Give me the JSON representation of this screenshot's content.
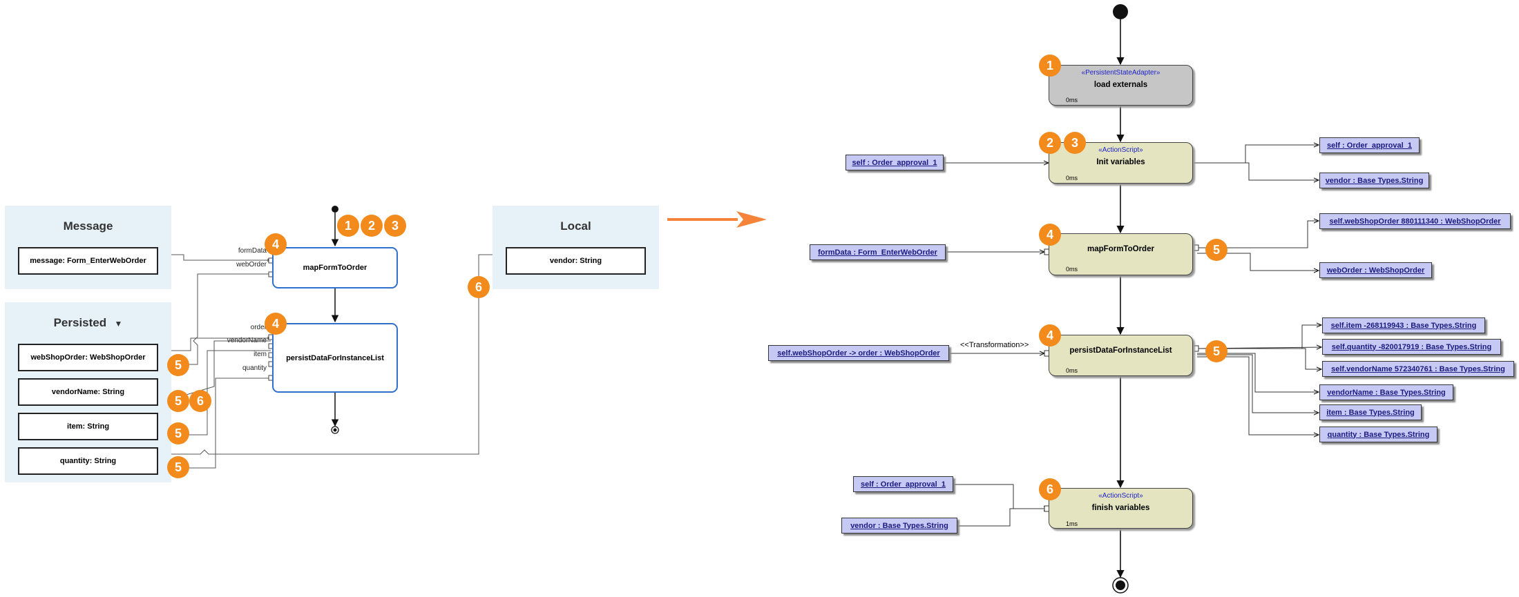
{
  "left": {
    "message_panel": {
      "title": "Message",
      "vars": [
        "message: Form_EnterWebOrder"
      ]
    },
    "persisted_panel": {
      "title": "Persisted",
      "dropdown_icon": "caret-down-icon",
      "vars": [
        "webShopOrder: WebShopOrder",
        "vendorName: String",
        "item: String",
        "quantity: String"
      ]
    },
    "local_panel": {
      "title": "Local",
      "vars": [
        "vendor: String"
      ]
    },
    "activities": {
      "map": {
        "label": "mapFormToOrder",
        "pins": [
          "formData",
          "webOrder"
        ]
      },
      "persist": {
        "label": "persistDataForInstanceList",
        "pins": [
          "order",
          "vendorName",
          "item",
          "quantity"
        ]
      }
    },
    "badges": {
      "top": [
        "1",
        "2",
        "3"
      ],
      "map": "4",
      "persist": "4",
      "web_shop_order": "5",
      "vendor_name": [
        "5",
        "6"
      ],
      "item": "5",
      "quantity": "5",
      "local": "6"
    }
  },
  "arrow_color": "#f5843a",
  "right": {
    "activities": [
      {
        "stereotype": "«PersistentStateAdapter»",
        "name": "load externals",
        "duration": "0ms",
        "badges": [
          "1"
        ]
      },
      {
        "stereotype": "«ActionScript»",
        "name": "Init variables",
        "duration": "0ms",
        "badges": [
          "2",
          "3"
        ]
      },
      {
        "stereotype": "",
        "name": "mapFormToOrder",
        "duration": "0ms",
        "badges": [
          "4"
        ],
        "out_badge": "5"
      },
      {
        "stereotype": "",
        "name": "persistDataForInstanceList",
        "duration": "0ms",
        "badges": [
          "4"
        ],
        "out_badge": "5"
      },
      {
        "stereotype": "«ActionScript»",
        "name": "finish variables",
        "duration": "1ms",
        "badges": [
          "6"
        ]
      }
    ],
    "objects": {
      "init_in": "self : Order_approval_1",
      "init_out": [
        "self : Order_approval_1",
        "vendor : Base Types.String"
      ],
      "map_in": "formData : Form_EnterWebOrder",
      "map_out": [
        "self.webShopOrder 880111340 : WebShopOrder",
        "webOrder : WebShopOrder"
      ],
      "persist_in": "self.webShopOrder -> order : WebShopOrder",
      "persist_out": [
        "self.item -268119943 : Base Types.String",
        "self.quantity -820017919 : Base Types.String",
        "self.vendorName 572340761 : Base Types.String",
        "vendorName : Base Types.String",
        "item : Base Types.String",
        "quantity : Base Types.String"
      ],
      "finish_in": [
        "self : Order_approval_1",
        "vendor : Base Types.String"
      ]
    },
    "transformation_label": "<<Transformation>>"
  }
}
